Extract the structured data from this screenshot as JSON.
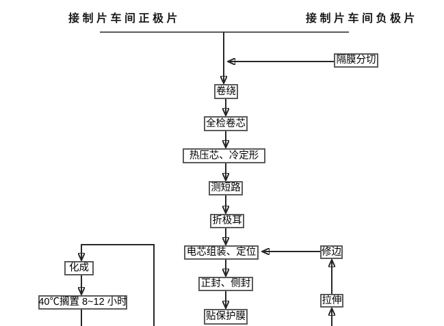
{
  "titles": {
    "left": "接制片车间正极片",
    "right": "接制片车间负极片"
  },
  "nodes": {
    "separator_slitting": "隔膜分切",
    "winding": "卷绕",
    "full_inspect_core": "全检卷芯",
    "hot_press_cold_set": "热压芯、冷定形",
    "short_circuit_test": "测短路",
    "fold_tab": "折极耳",
    "cell_assembly_position": "电芯组装、定位",
    "top_side_seal": "正封、侧封",
    "apply_protective_film": "贴保护膜",
    "formation": "化成",
    "rest_40c": "40℃搁置 8~12 小时",
    "trimming": "修边",
    "stretching": "拉伸"
  },
  "colors": {
    "background": "#ffffff",
    "line": "#262626",
    "box_border": "#5a5a5a",
    "text": "#000000"
  }
}
